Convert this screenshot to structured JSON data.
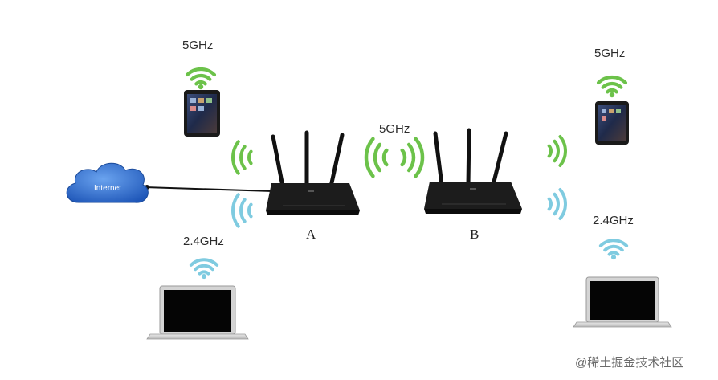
{
  "labels": {
    "band_5g_left": "5GHz",
    "band_5g_center": "5GHz",
    "band_5g_right": "5GHz",
    "band_24_left": "2.4GHz",
    "band_24_right": "2.4GHz",
    "router_a": "A",
    "router_b": "B",
    "cloud": "Internet"
  },
  "watermark": "@稀土掘金技术社区",
  "colors": {
    "band_5ghz": "#6cc24a",
    "band_24ghz": "#7fcbe0",
    "cloud_fill": "#2f6fd0",
    "router_body": "#1c1c1c",
    "cable": "#111111"
  },
  "icons": {
    "cloud": "internet-cloud-icon",
    "router": "router-icon",
    "tablet": "tablet-icon",
    "laptop": "laptop-icon",
    "wifi": "wifi-signal-icon"
  }
}
